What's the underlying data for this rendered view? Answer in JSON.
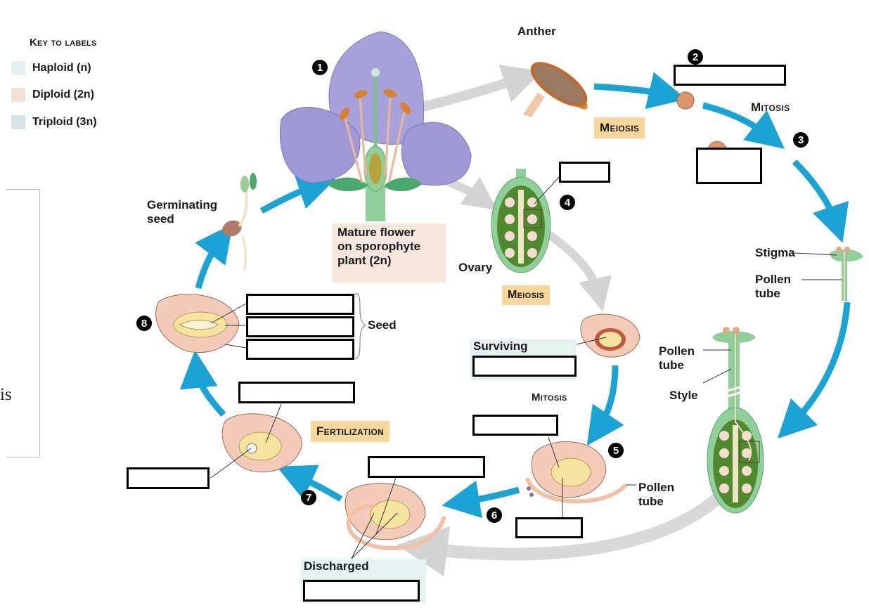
{
  "key": {
    "title": "Key to labels",
    "items": [
      {
        "label": "Haploid (n)",
        "color": "#e3f1f0"
      },
      {
        "label": "Diploid (2n)",
        "color": "#f7e1d6"
      },
      {
        "label": "Triploid (3n)",
        "color": "#d3e3e9"
      }
    ]
  },
  "document_fragment": {
    "text": "is"
  },
  "step_numbers": [
    "1",
    "2",
    "3",
    "4",
    "5",
    "6",
    "7",
    "8"
  ],
  "labels": {
    "anther": "Anther",
    "germinating_seed": "Germinating\nseed",
    "mature_flower": "Mature flower\non sporophyte\nplant (2n)",
    "ovary": "Ovary",
    "stigma": "Stigma",
    "pollen_tube_1": "Pollen\ntube",
    "pollen_tube_2": "Pollen\ntube",
    "style": "Style",
    "pollen_tube_3": "Pollen\ntube",
    "surviving": "Surviving",
    "seed": "Seed",
    "discharged": "Discharged"
  },
  "processes": {
    "meiosis_top": "Meiosis",
    "mitosis_top": "Mitosis",
    "meiosis_mid": "Meiosis",
    "mitosis_mid": "Mitosis",
    "fertilization": "Fertilization"
  },
  "blanks": {
    "step2": "",
    "step3": "",
    "ovule": "",
    "surviving": "",
    "mitosis_result": "",
    "egg_or_cell": "",
    "seed_part_1": "",
    "seed_part_2": "",
    "seed_part_3": "",
    "endosperm_nucleus": "",
    "zygote": "",
    "fertilization_upper": "",
    "discharged": ""
  },
  "colors": {
    "cycle_arrow": "#1aa3d4",
    "transition_arrow": "#d3d3d3",
    "process_badge": "#f8d79a",
    "petal": "#9d98d6",
    "ovary_green": "#7fbf8a",
    "anther_orange": "#d9822b",
    "ovule_pink": "#f4cbb8"
  }
}
